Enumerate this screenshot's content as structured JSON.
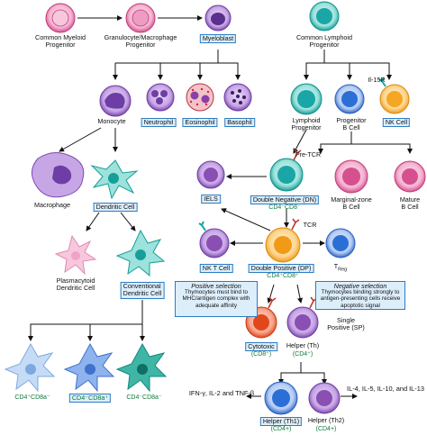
{
  "cells": {
    "common_myeloid": {
      "line1": "Common Myeloid",
      "line2": "Progenitor"
    },
    "gm_progenitor": {
      "line1": "Granulocyte/Macrophage",
      "line2": "Progenitor"
    },
    "myeloblast": "Myeloblast",
    "common_lymphoid": {
      "line1": "Common Lymphoid",
      "line2": "Progenitor"
    },
    "monocyte": "Monocyte",
    "neutrophil": "Neutrophil",
    "eosinophil": "Eosinophil",
    "basophil": "Basophil",
    "lymphoid_progenitor": {
      "line1": "Lymphoid",
      "line2": "Progenitor"
    },
    "progenitor_b": {
      "line1": "Progenitor",
      "line2": "B Cell"
    },
    "il15r": "Il-15R",
    "nk_cell": "NK Cell",
    "macrophage": "Macrophage",
    "dendritic_cell": "Dendritic Cell",
    "pre_tcr": "Pre-TCR",
    "iels": "IELS",
    "double_negative": "Double Negative (DN)",
    "dn_markers": "CD4⁻CD8⁻",
    "marginal_zone_b": {
      "line1": "Marginal-zone",
      "line2": "B Cell"
    },
    "mature_b": {
      "line1": "Mature",
      "line2": "B Cell"
    },
    "plasmacytoid": {
      "line1": "Plasmacytoid",
      "line2": "Dendritic Cell"
    },
    "conventional_dc": {
      "line1": "Conventional",
      "line2": "Dendritic Cell"
    },
    "tcr": "TCR",
    "nkt_cell": "NK T Cell",
    "double_positive": "Double Positive (DP)",
    "dp_markers": "CD4⁺CD8⁺",
    "treg": "T",
    "treg_sub": "Reg",
    "cytotoxic": "Cytotoxic",
    "cytotoxic_marker": "(CD8⁺)",
    "helper_th": "Helper (Th)",
    "helper_th_marker": "(CD4⁺)",
    "single_positive": {
      "line1": "Single",
      "line2": "Positive (SP)"
    },
    "dc_cd4_cd8neg": "CD4⁺CD8a⁻",
    "dc_cd4neg_cd8pos": "CD4⁻CD8a⁺",
    "dc_cd4neg_cd8neg": "CD4⁻CD8a⁻",
    "helper_th1": "Helper (Th1)",
    "helper_th1_marker": "(CD4+)",
    "helper_th2": "Helper (Th2)",
    "helper_th2_marker": "(CD4+)",
    "th1_cytokines": {
      "line1": "IFN-γ, IL-2",
      "line2": "and TNF-β"
    },
    "th2_cytokines": {
      "line1": "IL-4, IL-5,",
      "line2": "IL-10,",
      "line3": "and IL-13"
    }
  },
  "positive_selection": {
    "title": "Positive selection",
    "text": "Thymocytes must bind to MHC/antigen complex with adequate affinity"
  },
  "negative_selection": {
    "title": "Negative selection",
    "text": "Thymocytes binding strongly to antigen-presenting cells receive apoptotic signal"
  },
  "colors": {
    "box_fill": "#ddeefb",
    "box_border": "#2d7cc1",
    "marker_green": "#0e7a3c",
    "myeloid_pink": "#e04f8c",
    "monocyte_purple": "#8a4fb3",
    "dendritic_teal": "#27a79a",
    "lymphoid_teal": "#1aa6a6",
    "b_cell_blue": "#2b6fd6",
    "nk_orange": "#f5a623",
    "dc_blue": "#5a8fe0"
  }
}
